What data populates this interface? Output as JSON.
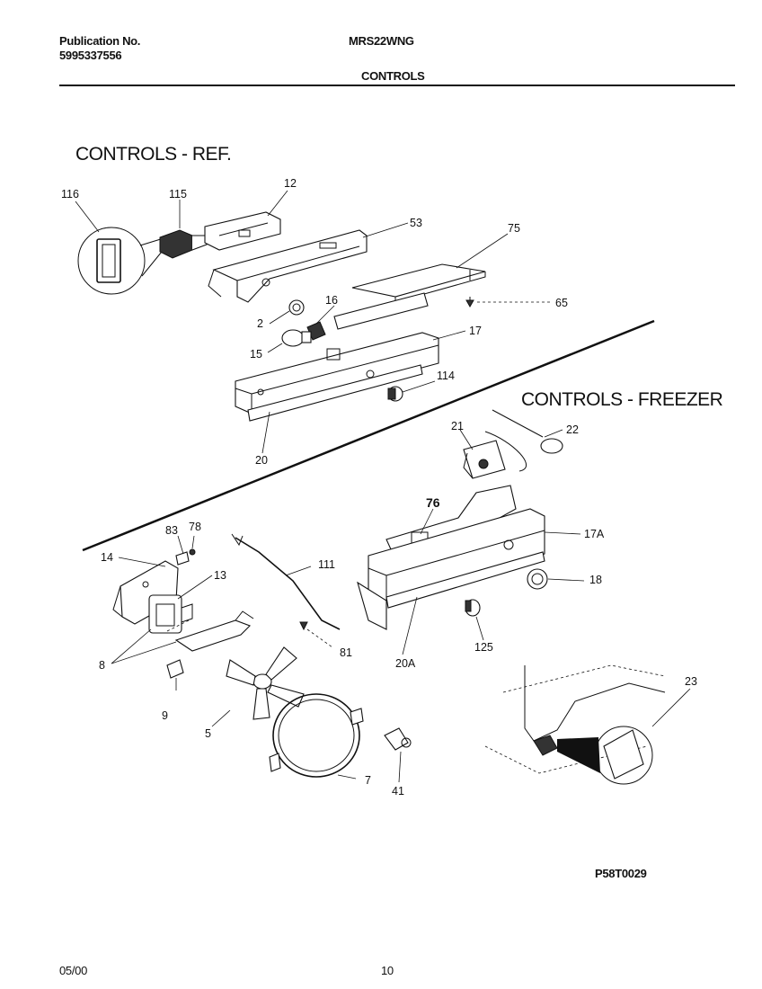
{
  "header": {
    "publication_label": "Publication No.",
    "publication_number": "5995337556",
    "model": "MRS22WNG",
    "section": "CONTROLS"
  },
  "sections": {
    "ref_title": "CONTROLS - REF.",
    "freezer_title": "CONTROLS - FREEZER"
  },
  "callouts": {
    "c116": "116",
    "c115": "115",
    "c12": "12",
    "c53": "53",
    "c75": "75",
    "c65": "65",
    "c16": "16",
    "c2": "2",
    "c15": "15",
    "c17": "17",
    "c114": "114",
    "c20": "20",
    "c21": "21",
    "c22": "22",
    "c76": "76",
    "c17A": "17A",
    "c18": "18",
    "c125": "125",
    "c20A": "20A",
    "c83": "83",
    "c78": "78",
    "c14": "14",
    "c13": "13",
    "c111": "111",
    "c81": "81",
    "c8": "8",
    "c9": "9",
    "c5": "5",
    "c7": "7",
    "c41": "41",
    "c23": "23"
  },
  "diagram_code": "P58T0029",
  "footer": {
    "date": "05/00",
    "page": "10"
  }
}
